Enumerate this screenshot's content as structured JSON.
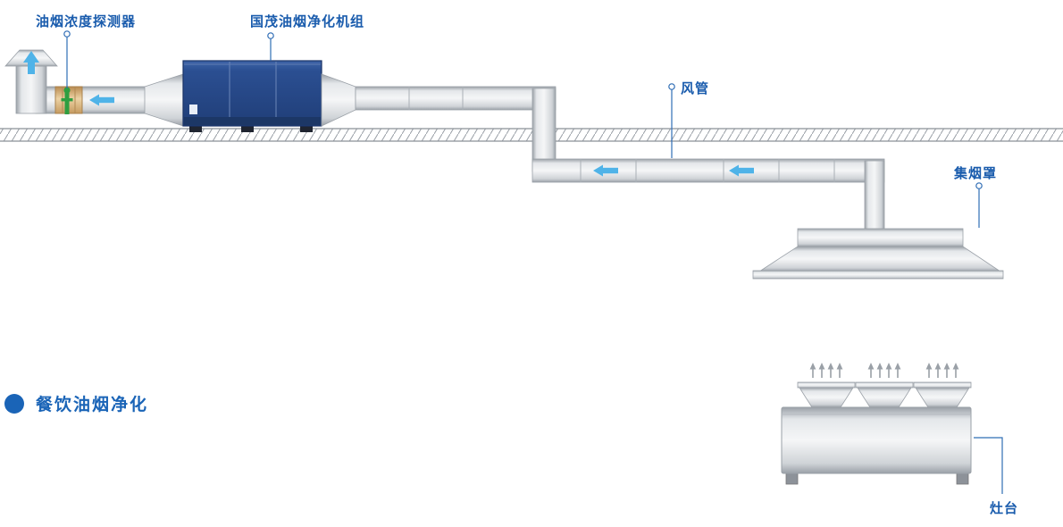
{
  "title": "餐饮油烟净化",
  "labels": {
    "detector": "油烟浓度探测器",
    "purifier": "国茂油烟净化机组",
    "duct": "风管",
    "hood": "集烟罩",
    "stove": "灶台"
  },
  "icons": {
    "exhaust_arrow": "up-arrow",
    "flow_arrow": "left-arrow",
    "steam_arrows": "up-arrows"
  },
  "colors": {
    "label_text": "#1a5cad",
    "title_text": "#1a64b7",
    "flow_arrow": "#4fb3e8",
    "purifier_body": "#2b4f92",
    "duct_metal": "#d9dcdf",
    "detector_green": "#2f9e41",
    "detector_mount": "#d8ab76",
    "roof_hatch": "#9aa0a7"
  }
}
